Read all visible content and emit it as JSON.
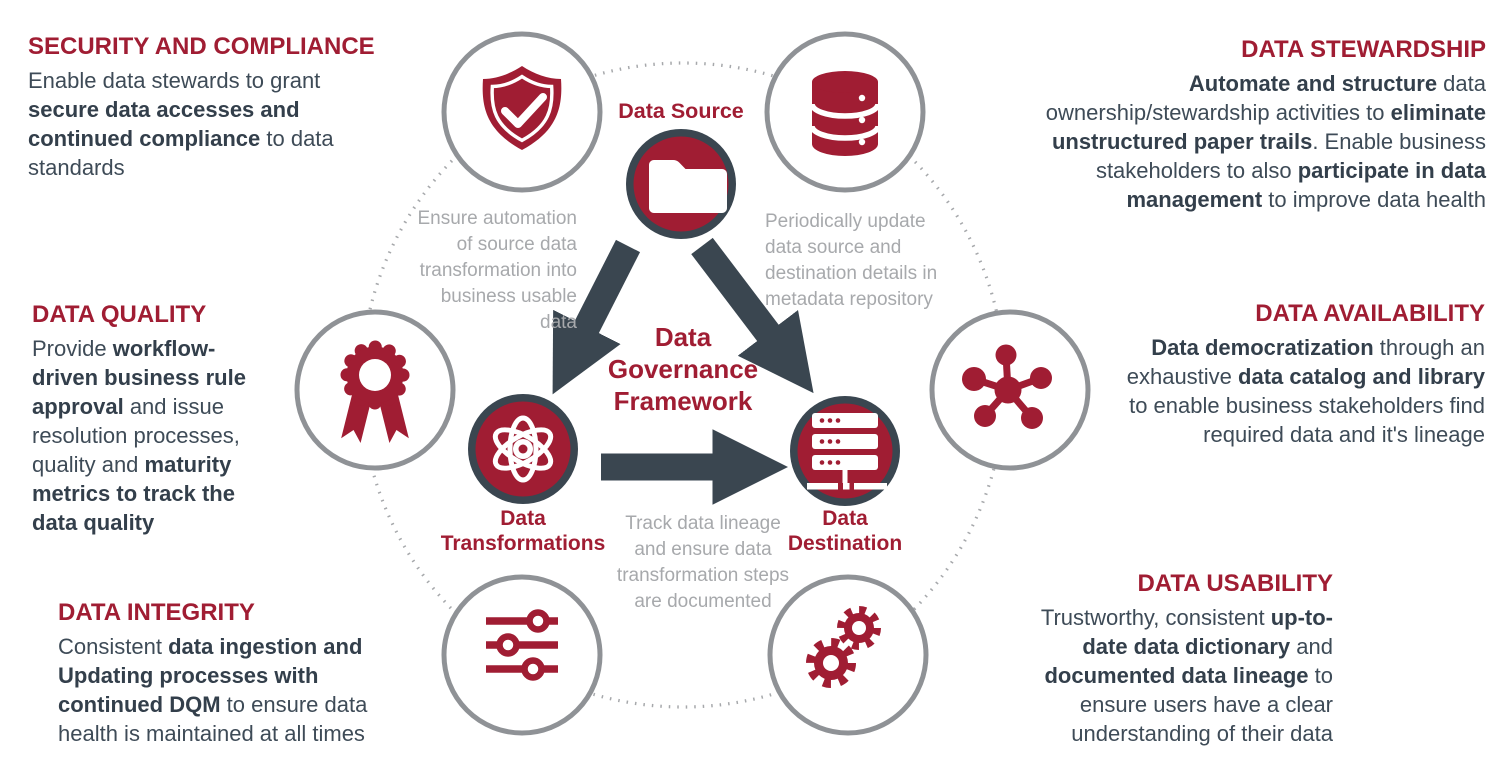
{
  "colors": {
    "crimson": "#A01D33",
    "slate_arrow": "#3A4650",
    "ring_gray": "#8F9296",
    "dotted_gray": "#A6A8AB",
    "annotation_gray": "#A7A9AC",
    "body_text": "#3E4B57",
    "body_text_bold": "#333F4B",
    "background": "#FFFFFF"
  },
  "sections": {
    "security": {
      "title": "SECURITY AND COMPLIANCE",
      "body": [
        {
          "t": "Enable data stewards to grant "
        },
        {
          "t": "secure data accesses and continued compliance",
          "b": true
        },
        {
          "t": " to data standards"
        }
      ]
    },
    "quality": {
      "title": "DATA QUALITY",
      "body": [
        {
          "t": "Provide "
        },
        {
          "t": "workflow-driven business rule approval",
          "b": true
        },
        {
          "t": " and issue resolution processes, quality and "
        },
        {
          "t": "maturity metrics to track the data quality",
          "b": true
        }
      ]
    },
    "integrity": {
      "title": "DATA INTEGRITY",
      "body": [
        {
          "t": "Consistent "
        },
        {
          "t": "data ingestion and Updating processes with continued DQM",
          "b": true
        },
        {
          "t": " to ensure data health is maintained at all times"
        }
      ]
    },
    "stewardship": {
      "title": "DATA STEWARDSHIP",
      "body": [
        {
          "t": "Automate and structure",
          "b": true
        },
        {
          "t": " data ownership/stewardship activities to "
        },
        {
          "t": "eliminate unstructured paper trails",
          "b": true
        },
        {
          "t": ". Enable business stakeholders to also "
        },
        {
          "t": "participate in data management",
          "b": true
        },
        {
          "t": " to improve data health"
        }
      ]
    },
    "availability": {
      "title": "DATA AVAILABILITY",
      "body": [
        {
          "t": "Data democratization",
          "b": true
        },
        {
          "t": " through an exhaustive "
        },
        {
          "t": "data catalog and library",
          "b": true
        },
        {
          "t": " to enable business stakeholders find required data and it's lineage"
        }
      ]
    },
    "usability": {
      "title": "DATA USABILITY",
      "body": [
        {
          "t": "Trustworthy, consistent "
        },
        {
          "t": "up-to-date data dictionary",
          "b": true
        },
        {
          "t": " and "
        },
        {
          "t": "documented data lineage",
          "b": true
        },
        {
          "t": " to ensure users have a clear understanding of their data"
        }
      ]
    }
  },
  "center": {
    "framework_title": "Data Governance Framework",
    "nodes": {
      "source": {
        "label": "Data Source",
        "icon": "folder-icon"
      },
      "transformations": {
        "label": "Data Transformations",
        "icon": "atom-icon"
      },
      "destination": {
        "label": "Data Destination",
        "icon": "server-rack-icon"
      }
    },
    "annotations": {
      "source_side_left": "Ensure automation of source data transformation into business usable data",
      "source_side_right": "Periodically update data source and destination details in metadata repository",
      "bottom": "Track data lineage and ensure data transformation steps are documented"
    }
  },
  "outer_ring_icons": [
    "shield-check-icon",
    "database-icon",
    "award-ribbon-icon",
    "network-hub-icon",
    "sliders-icon",
    "gears-icon"
  ]
}
